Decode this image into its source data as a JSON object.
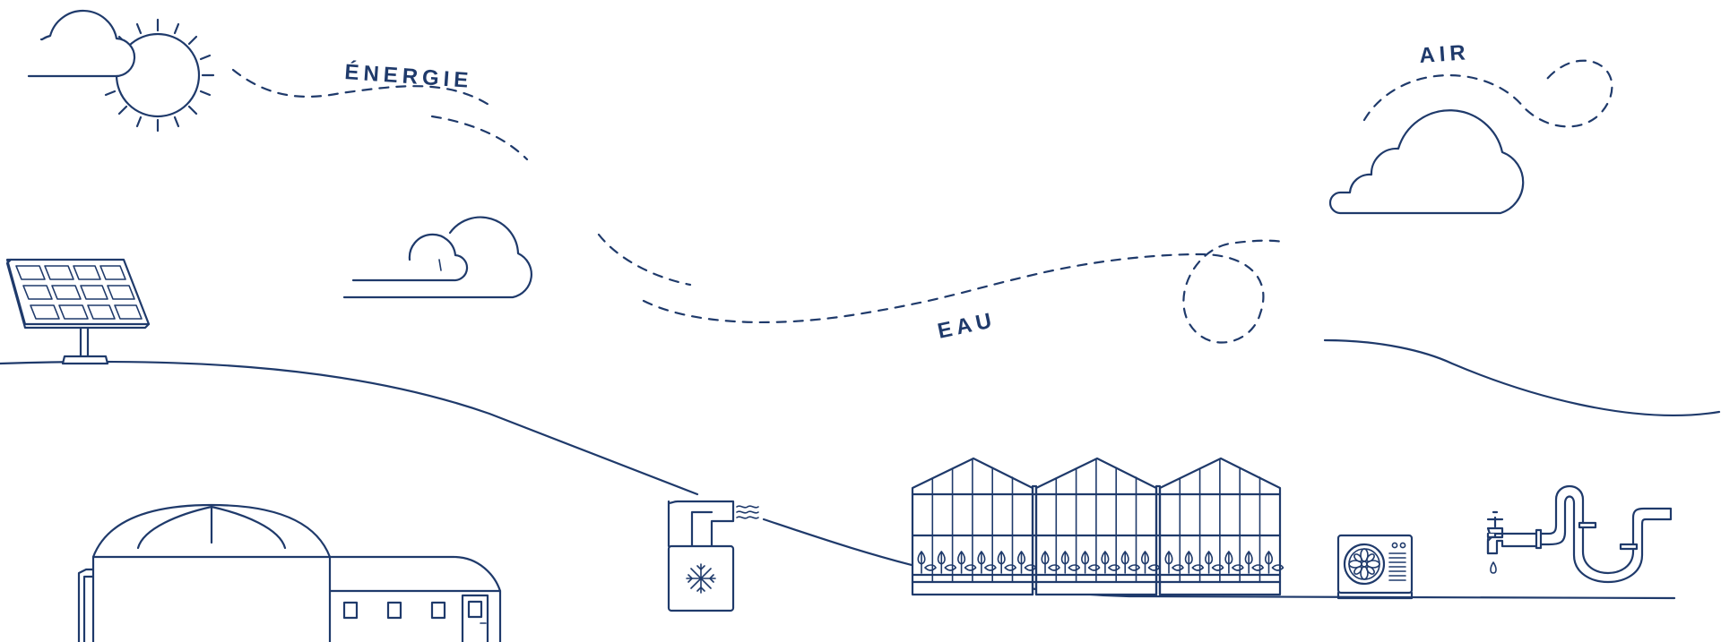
{
  "labels": {
    "energie": "ÉNERGIE",
    "air": "AIR",
    "eau": "EAU"
  },
  "colors": {
    "line": "#1f3a6b",
    "background": "#ffffff"
  },
  "icons": [
    "sun-icon",
    "cloud-icon",
    "solar-panel-icon",
    "biogas-plant-icon",
    "cooling-unit-icon",
    "snowflake-icon",
    "greenhouse-icon",
    "plant-icon",
    "heat-pump-icon",
    "fan-icon",
    "water-tap-icon",
    "pipe-icon",
    "water-drop-icon"
  ]
}
